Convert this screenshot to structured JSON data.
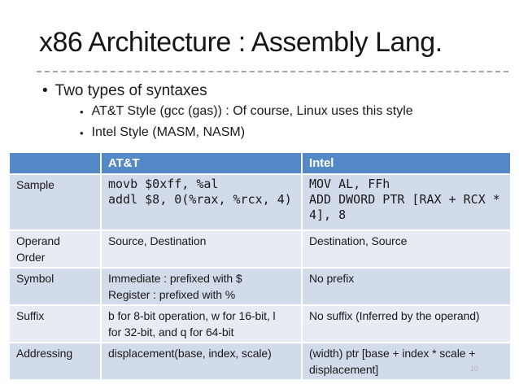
{
  "slide": {
    "title": "x86 Architecture : Assembly Lang.",
    "page_number": "10",
    "bullets": {
      "level1_glyph": "•",
      "level1": "Two types of syntaxes",
      "level2_glyph": "•",
      "level2": [
        "AT&T Style (gcc (gas)) : Of course, Linux uses this style",
        "Intel Style (MASM, NASM)"
      ]
    },
    "table": {
      "headers": [
        "",
        "AT&T",
        "Intel"
      ],
      "rows": [
        {
          "label": "Sample",
          "att": "movb $0xff, %al\naddl $8, 0(%rax, %rcx, 4)",
          "intel": "MOV AL, FFh\nADD DWORD PTR [RAX + RCX * 4], 8"
        },
        {
          "label": "Operand\nOrder",
          "att": "Source, Destination",
          "intel": "Destination, Source"
        },
        {
          "label": "Symbol",
          "att": "Immediate : prefixed with $\nRegister : prefixed with %",
          "intel": "No prefix"
        },
        {
          "label": "Suffix",
          "att": "b for 8-bit operation, w for 16-bit, l\nfor 32-bit, and q for 64-bit",
          "intel": "No suffix (Inferred by the operand)"
        },
        {
          "label": "Addressing",
          "att": "displacement(base, index, scale)",
          "intel": "(width) ptr [base + index * scale +\ndisplacement]"
        }
      ]
    },
    "colors": {
      "header_bg": "#5389C6",
      "header_text": "#FFFFFF",
      "band_dark": "#D2DBEA",
      "band_light": "#E7EBF4",
      "dash_line": "#A6A6A6"
    }
  }
}
